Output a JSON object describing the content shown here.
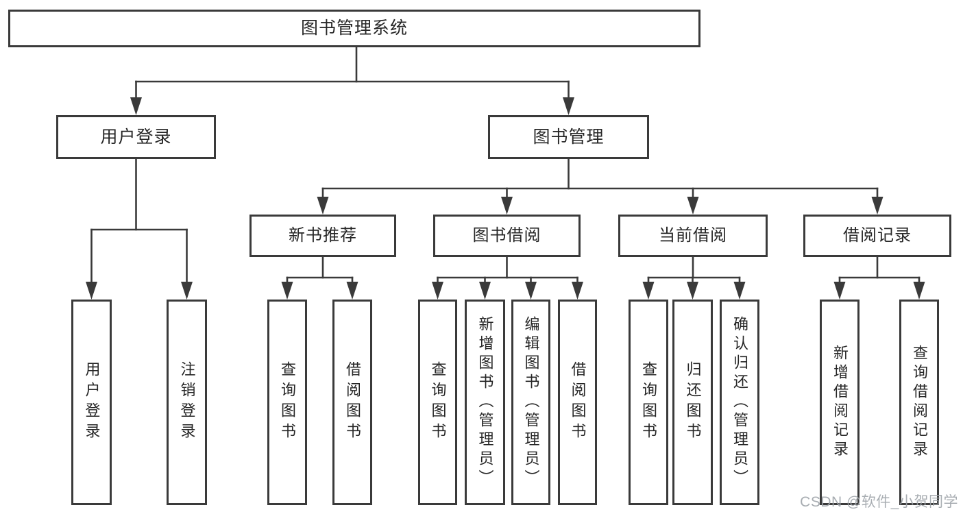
{
  "nodes": {
    "root": {
      "label": "图书管理系统"
    },
    "user_login": {
      "label": "用户登录"
    },
    "book_mgmt": {
      "label": "图书管理"
    },
    "new_books": {
      "label": "新书推荐"
    },
    "book_borrow": {
      "label": "图书借阅"
    },
    "current_borrow": {
      "label": "当前借阅"
    },
    "borrow_records": {
      "label": "借阅记录"
    },
    "leaf_user_login": {
      "label": "用户登录"
    },
    "leaf_logout": {
      "label": "注销登录"
    },
    "leaf_nb_query": {
      "label": "查询图书"
    },
    "leaf_nb_borrow": {
      "label": "借阅图书"
    },
    "leaf_bb_query": {
      "label": "查询图书"
    },
    "leaf_bb_add": {
      "label": "新增图书（管理员）"
    },
    "leaf_bb_edit": {
      "label": "编辑图书（管理员）"
    },
    "leaf_bb_borrow": {
      "label": "借阅图书"
    },
    "leaf_cb_query": {
      "label": "查询图书"
    },
    "leaf_cb_return": {
      "label": "归还图书"
    },
    "leaf_cb_confirm": {
      "label": "确认归还（管理员）"
    },
    "leaf_br_add": {
      "label": "新增借阅记录"
    },
    "leaf_br_query": {
      "label": "查询借阅记录"
    }
  },
  "watermark": {
    "text": "CSDN @软件_小贺同学"
  },
  "colors": {
    "line": "#3a3a3a",
    "text": "#262626",
    "watermark": "#9ea4aa",
    "background": "#ffffff"
  }
}
